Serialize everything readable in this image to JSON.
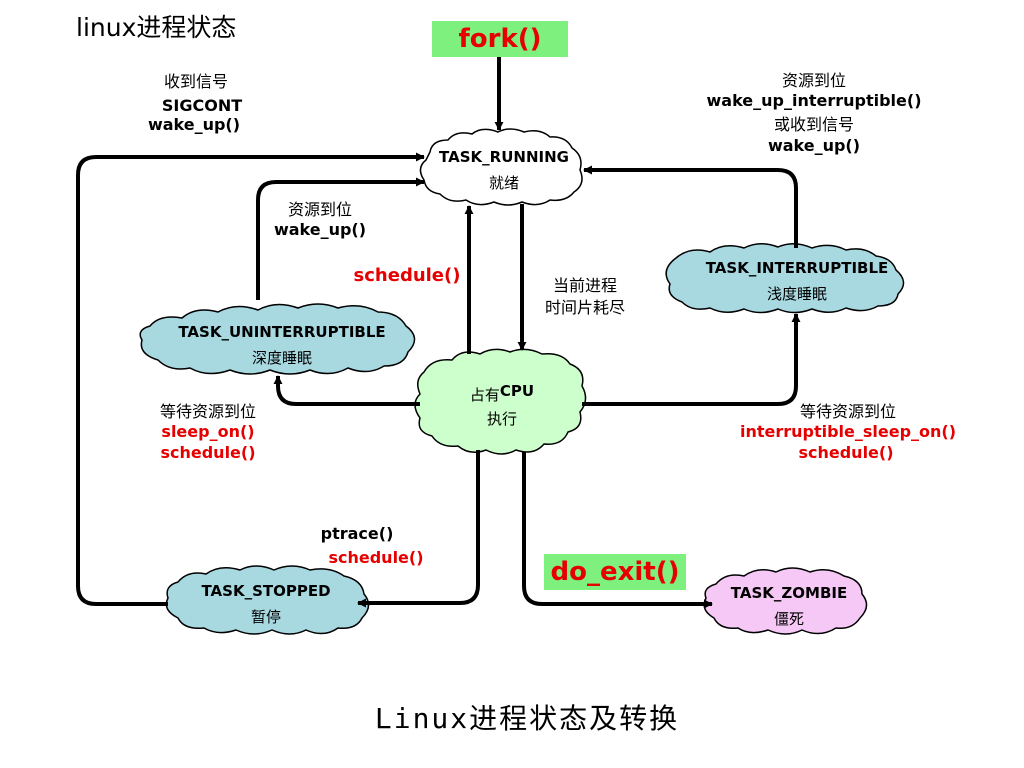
{
  "page_title": "linux进程状态",
  "caption": "Linux进程状态及转换",
  "colors": {
    "running_fill": "#ffffff",
    "blue_fill": "#a8d8e0",
    "green_fill": "#ccffcc",
    "pink_fill": "#f5c8f5",
    "highlight_green": "#7ef07e",
    "emphasis_red": "#e60000",
    "arrow": "#000000"
  },
  "fork_label": "fork()",
  "do_exit_label": "do_exit()",
  "states": {
    "running": {
      "title": "TASK_RUNNING",
      "subtitle": "就绪"
    },
    "interruptible": {
      "title": "TASK_INTERRUPTIBLE",
      "subtitle": "浅度睡眠"
    },
    "uninterruptible": {
      "title": "TASK_UNINTERRUPTIBLE",
      "subtitle": "深度睡眠"
    },
    "cpu": {
      "title_prefix": "占有",
      "title_suffix": "CPU",
      "subtitle": "执行"
    },
    "stopped": {
      "title": "TASK_STOPPED",
      "subtitle": "暂停"
    },
    "zombie": {
      "title": "TASK_ZOMBIE",
      "subtitle": "僵死"
    }
  },
  "transitions": {
    "sigcont": {
      "line1": "收到信号",
      "line2": "SIGCONT",
      "line3": "wake_up()"
    },
    "interruptible_wake": {
      "line1": "资源到位",
      "line2": "wake_up_interruptible()",
      "line3": "或收到信号",
      "line4": "wake_up()"
    },
    "uninterruptible_wake": {
      "line1": "资源到位",
      "line2": "wake_up()"
    },
    "schedule_to_cpu": {
      "line1": "schedule()"
    },
    "timeslice": {
      "line1": "当前进程",
      "line2": "时间片耗尽"
    },
    "sleep_on": {
      "line1": "等待资源到位",
      "line2": "sleep_on()",
      "line3": "schedule()"
    },
    "interruptible_sleep_on": {
      "line1": "等待资源到位",
      "line2": "interruptible_sleep_on()",
      "line3": "schedule()"
    },
    "ptrace": {
      "line1": "ptrace()",
      "line2": "schedule()"
    }
  }
}
